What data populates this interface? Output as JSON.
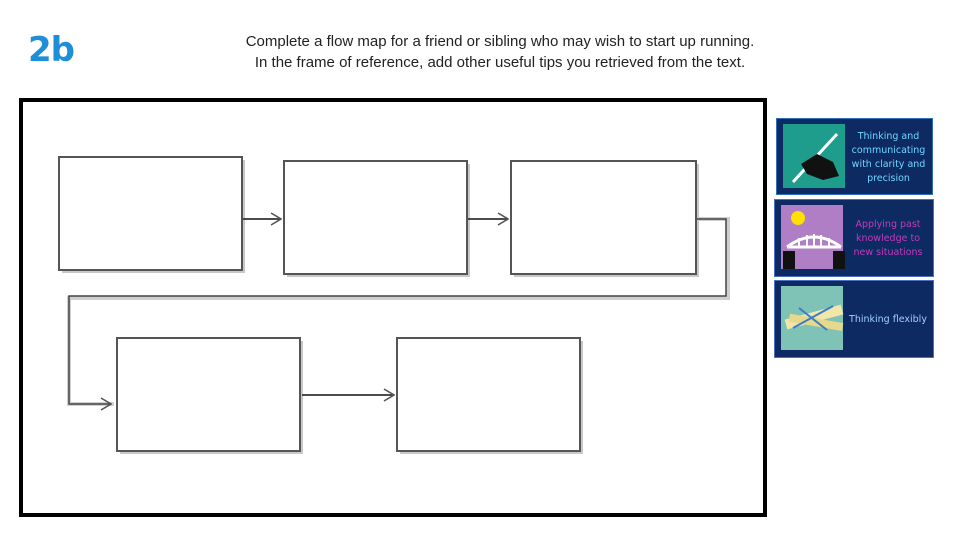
{
  "slide": {
    "number": "2b"
  },
  "instructions": {
    "line1": "Complete a flow map for a friend or sibling who may wish to start up running.",
    "line2": "In the frame of reference, add other useful tips you retrieved from the text."
  },
  "habits": [
    {
      "icon": "pen-hand-icon",
      "label": "Thinking and communicating with clarity and precision",
      "color": "#6fd7ff"
    },
    {
      "icon": "bridge-sun-icon",
      "label": "Applying past knowledge to new situations",
      "color": "#c23bb8"
    },
    {
      "icon": "ruler-icon",
      "label": "Thinking flexibly",
      "color": "#9fd0ff"
    }
  ],
  "colors": {
    "accent": "#1e8fd6",
    "frame": "#000000",
    "panel": "#0e2a63"
  }
}
